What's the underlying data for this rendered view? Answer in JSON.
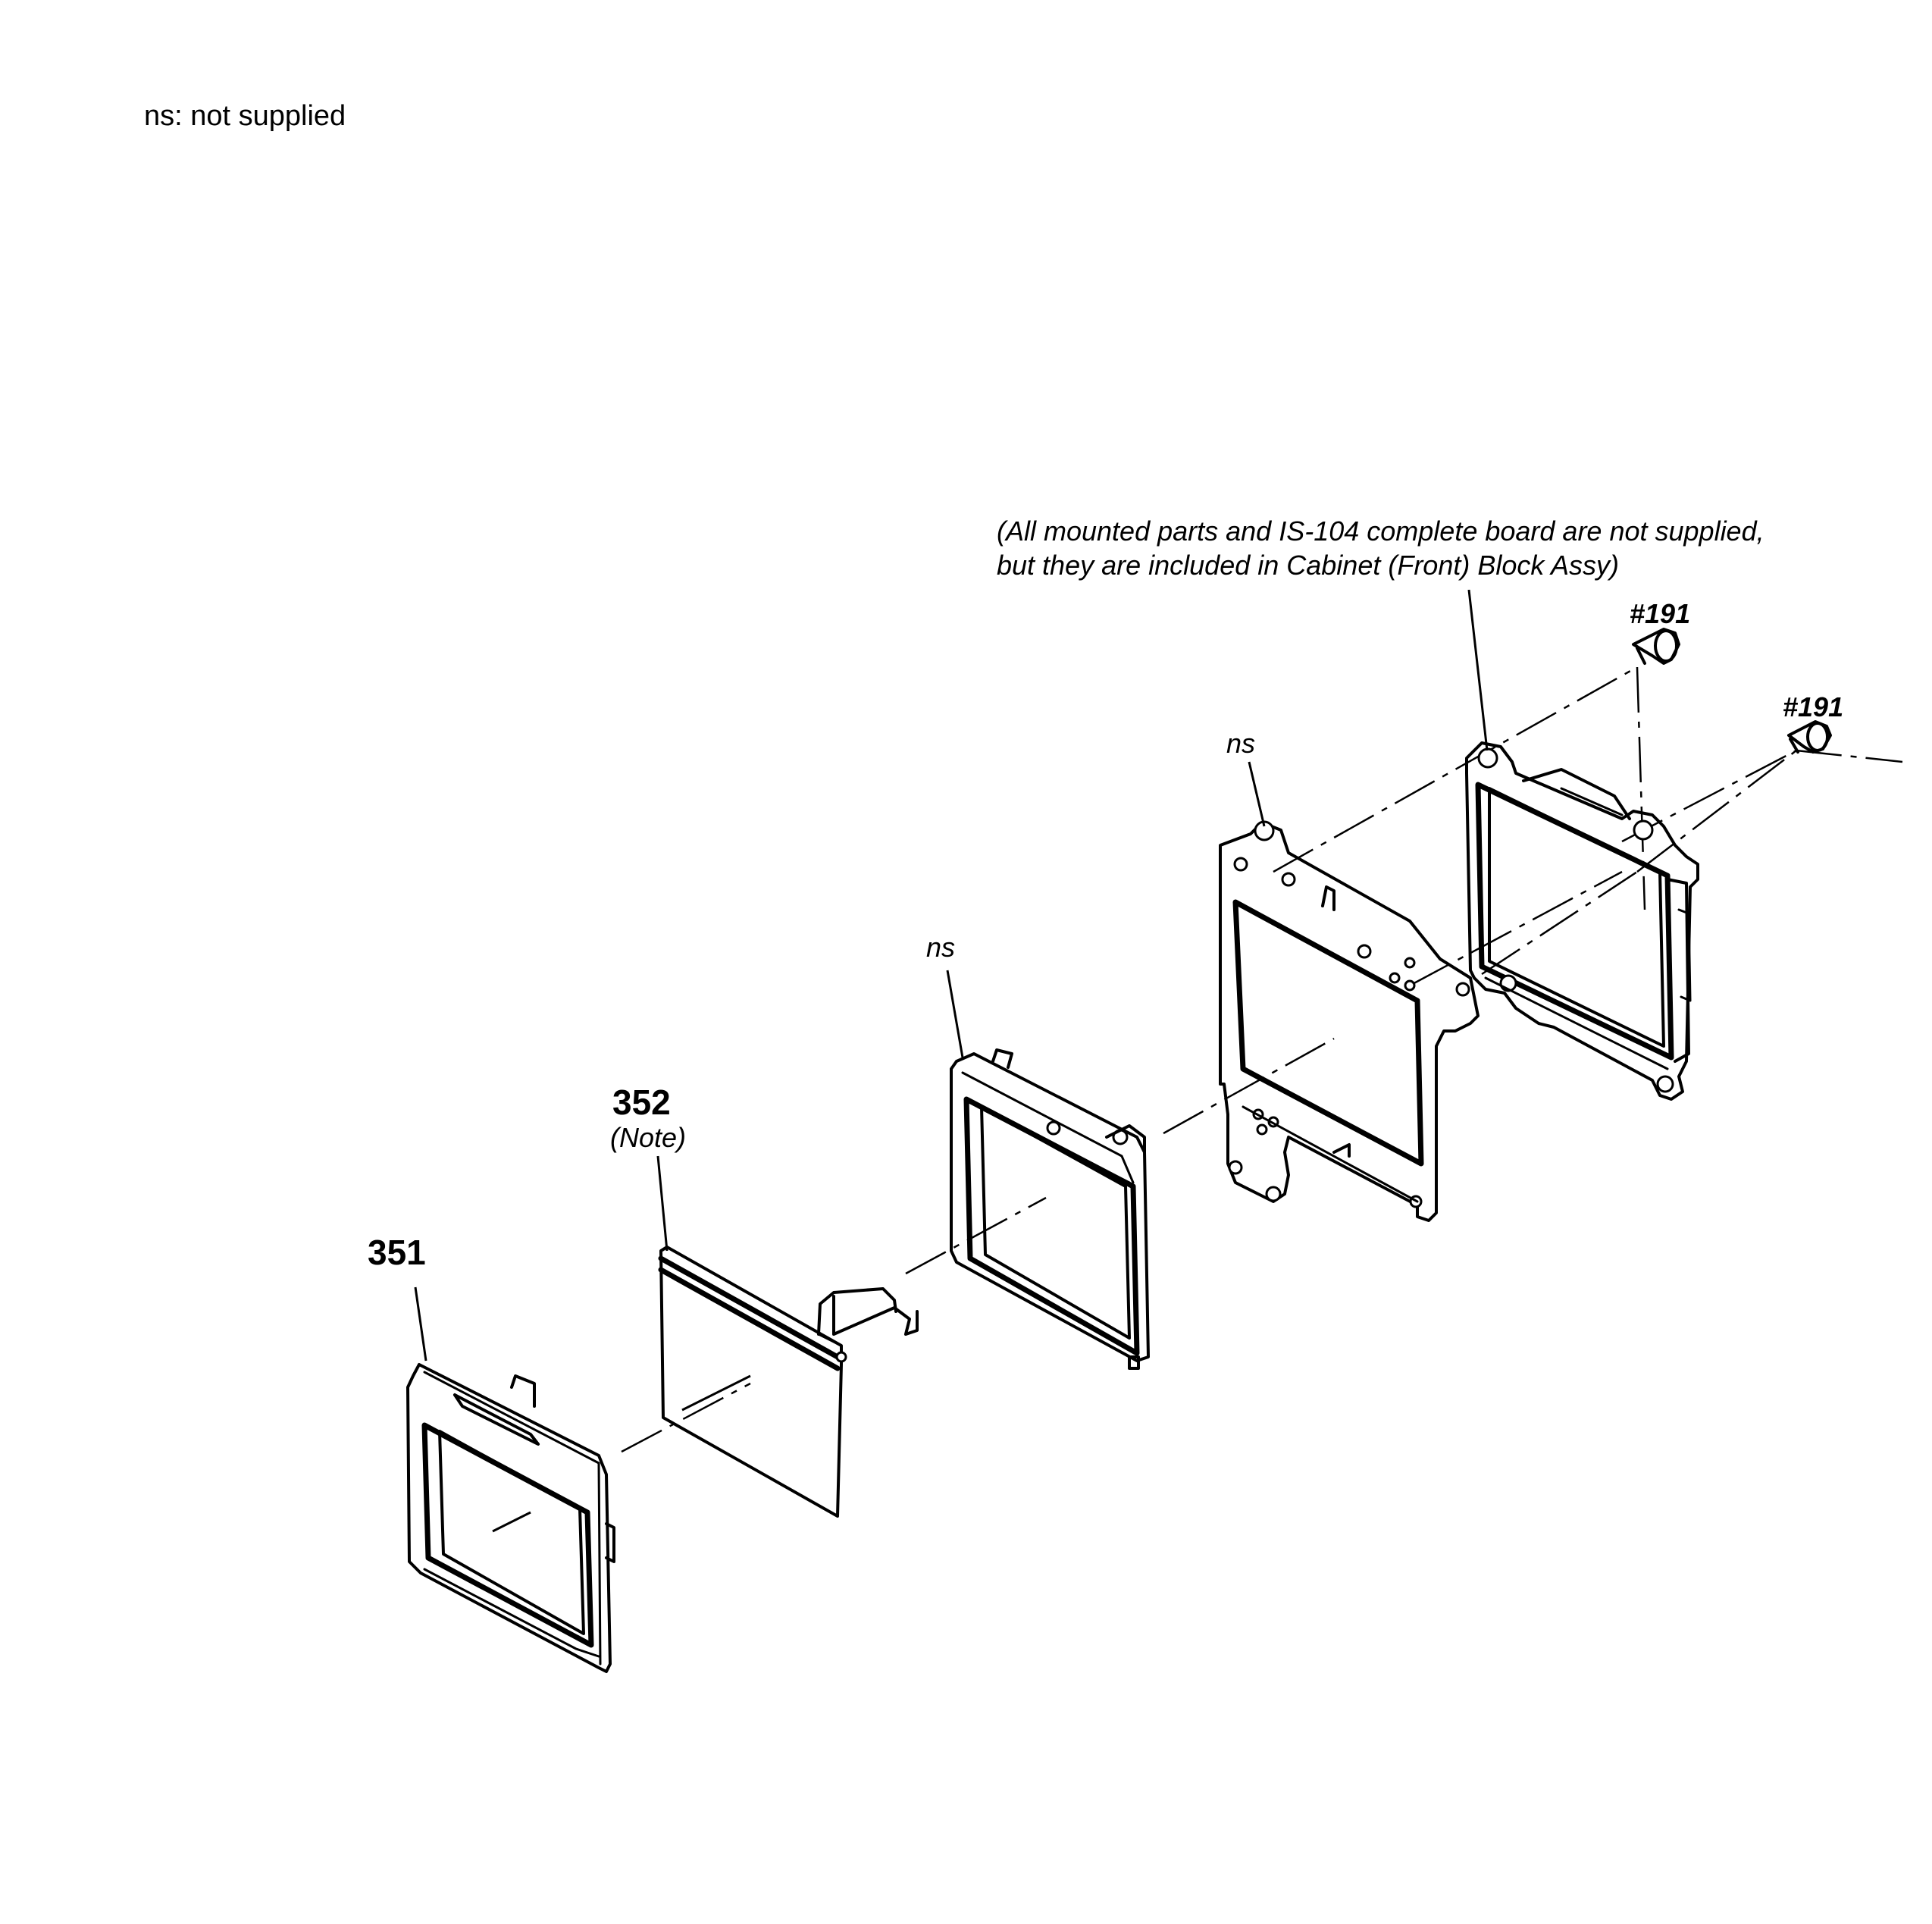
{
  "legend": {
    "text": "ns: not supplied"
  },
  "note": {
    "line1": "(All mounted parts and IS-104 complete board are not supplied,",
    "line2": "but they are included in Cabinet (Front) Block Assy)"
  },
  "callouts": {
    "c351": "351",
    "c352": "352",
    "c352_note": "(Note)",
    "ns_frame": "ns",
    "ns_bracket": "ns",
    "screw1": "#191",
    "screw2": "#191"
  }
}
